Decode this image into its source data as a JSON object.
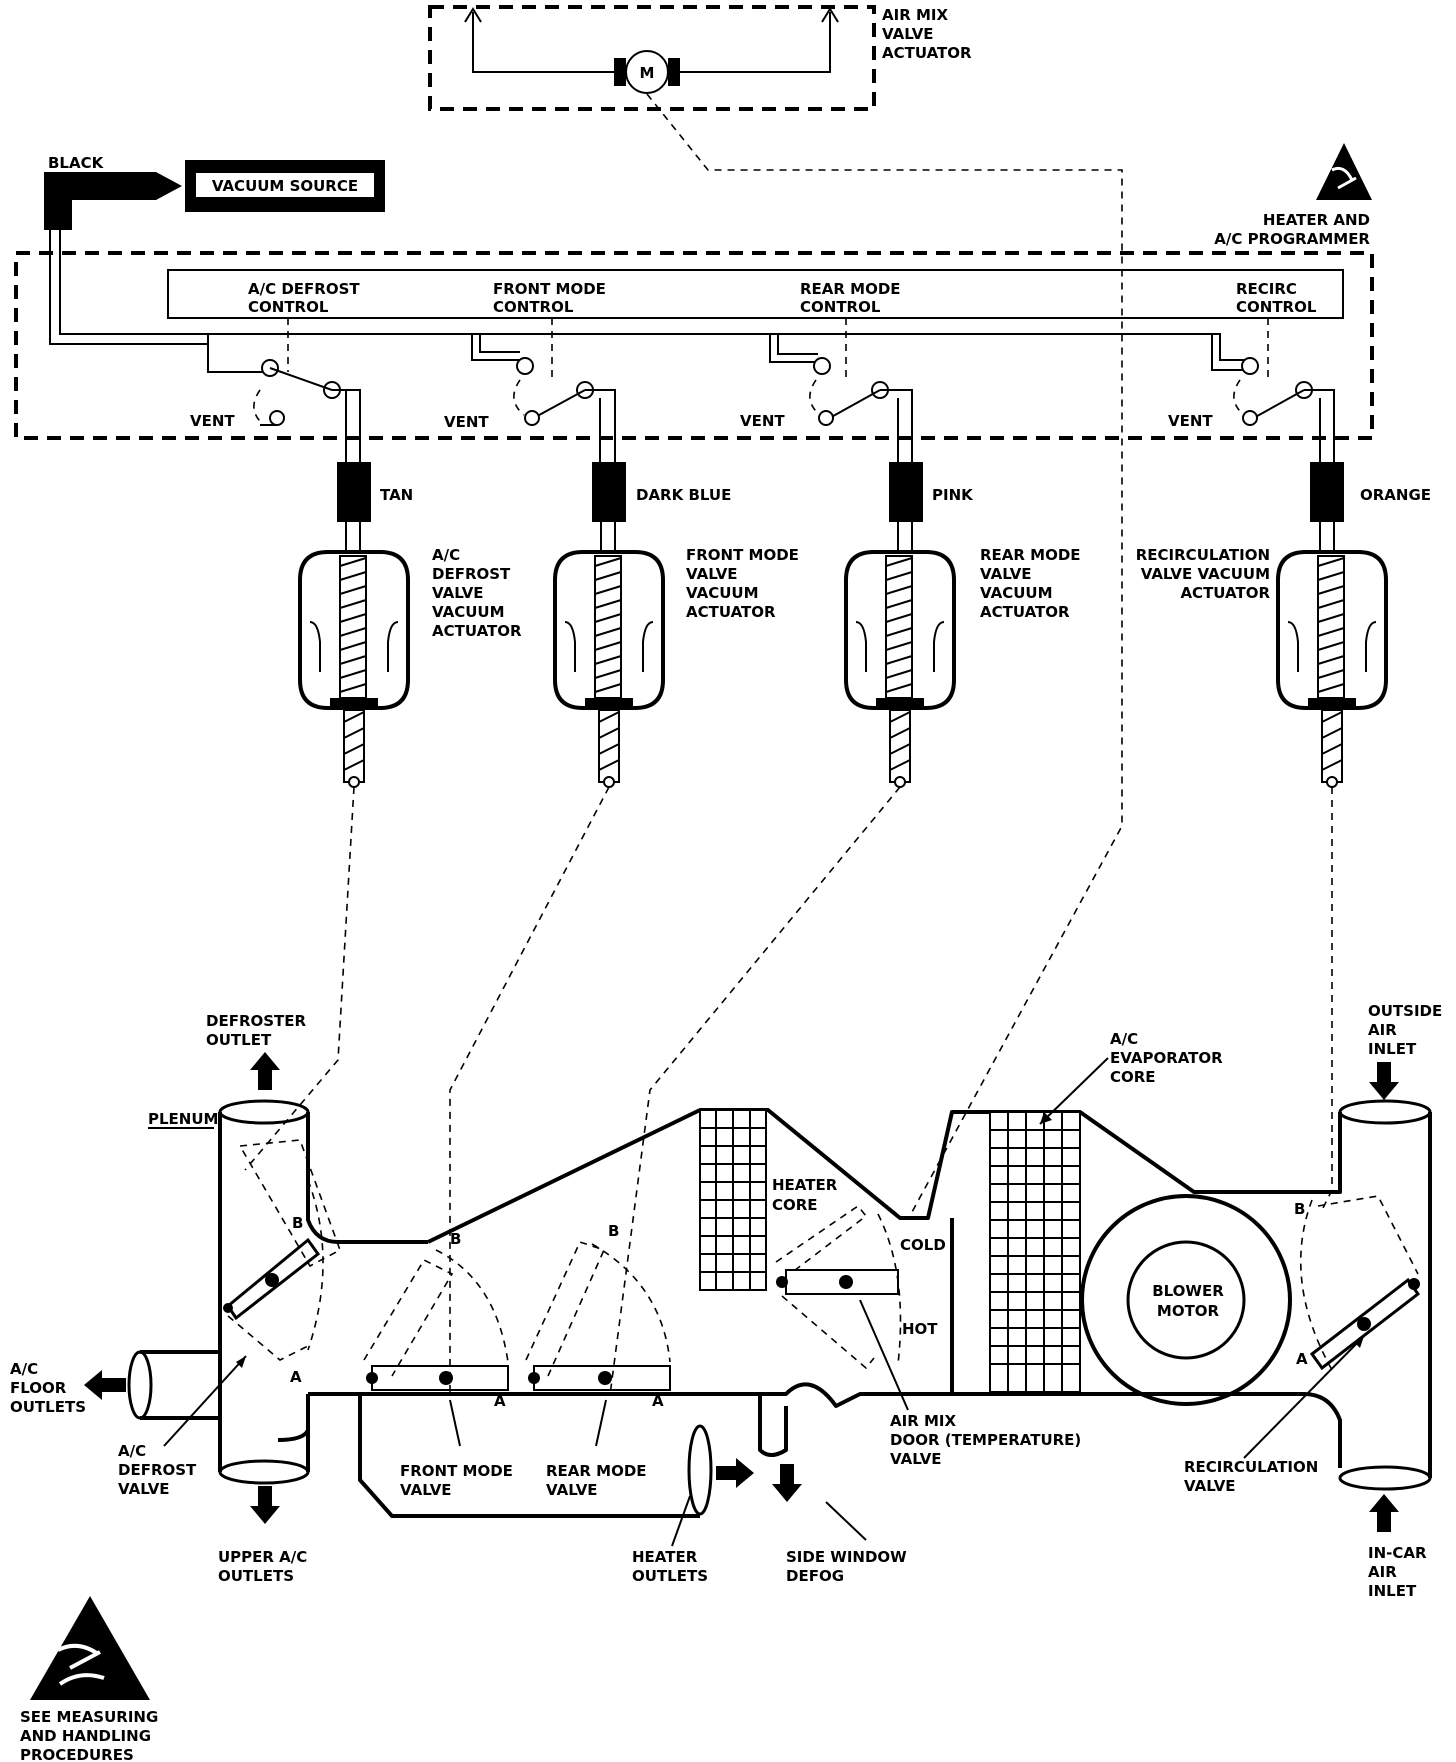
{
  "air_mix_actuator": {
    "motor": "M",
    "label": [
      "AIR MIX",
      "VALVE",
      "ACTUATOR"
    ]
  },
  "vacuum": {
    "hose_color": "BLACK",
    "source_label": "VACUUM SOURCE"
  },
  "programmer": {
    "label": [
      "HEATER AND",
      "A/C PROGRAMMER"
    ],
    "controls": [
      [
        "A/C DEFROST",
        "CONTROL"
      ],
      [
        "FRONT MODE",
        "CONTROL"
      ],
      [
        "REAR MODE",
        "CONTROL"
      ],
      [
        "RECIRC",
        "CONTROL"
      ]
    ],
    "vent_label": "VENT"
  },
  "hose_colors": [
    "TAN",
    "DARK BLUE",
    "PINK",
    "ORANGE"
  ],
  "actuators": [
    [
      "A/C",
      "DEFROST",
      "VALVE",
      "VACUUM",
      "ACTUATOR"
    ],
    [
      "FRONT MODE",
      "VALVE",
      "VACUUM",
      "ACTUATOR"
    ],
    [
      "REAR MODE",
      "VALVE",
      "VACUUM",
      "ACTUATOR"
    ],
    [
      "RECIRCULATION",
      "VALVE VACUUM",
      "ACTUATOR"
    ]
  ],
  "housing": {
    "defroster_outlet": [
      "DEFROSTER",
      "OUTLET"
    ],
    "plenum": "PLENUM",
    "floor_outlets": [
      "A/C",
      "FLOOR",
      "OUTLETS"
    ],
    "defrost_valve": [
      "A/C",
      "DEFROST",
      "VALVE"
    ],
    "upper_outlets": [
      "UPPER A/C",
      "OUTLETS"
    ],
    "front_mode_valve": [
      "FRONT MODE",
      "VALVE"
    ],
    "rear_mode_valve": [
      "REAR MODE",
      "VALVE"
    ],
    "heater_outlets": [
      "HEATER",
      "OUTLETS"
    ],
    "side_window_defog": [
      "SIDE WINDOW",
      "DEFOG"
    ],
    "heater_core": [
      "HEATER",
      "CORE"
    ],
    "cold": "COLD",
    "hot": "HOT",
    "air_mix_door": [
      "AIR MIX",
      "DOOR (TEMPERATURE)",
      "VALVE"
    ],
    "evaporator_core": [
      "A/C",
      "EVAPORATOR",
      "CORE"
    ],
    "blower_motor": [
      "BLOWER",
      "MOTOR"
    ],
    "outside_air_inlet": [
      "OUTSIDE",
      "AIR",
      "INLET"
    ],
    "in_car_air_inlet": [
      "IN-CAR",
      "AIR",
      "INLET"
    ],
    "recirculation_valve": [
      "RECIRCULATION",
      "VALVE"
    ],
    "position_a": "A",
    "position_b": "B"
  },
  "esd_notice": [
    "SEE MEASURING",
    "AND HANDLING",
    "PROCEDURES"
  ]
}
